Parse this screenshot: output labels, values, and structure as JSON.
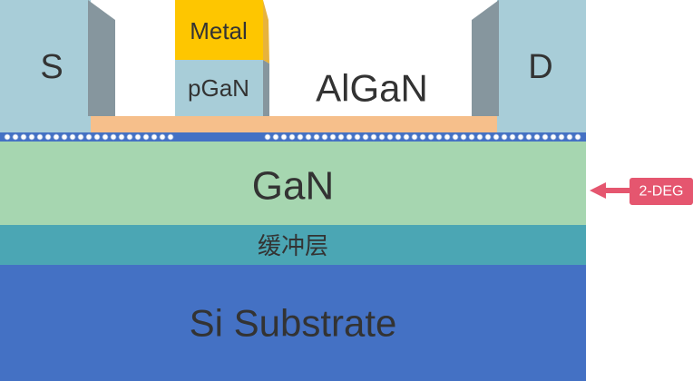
{
  "layers": {
    "source": {
      "label": "S",
      "color": "#a8cdd8",
      "side_color": "#86969e"
    },
    "drain": {
      "label": "D",
      "color": "#a8cdd8",
      "side_color": "#86969e"
    },
    "metal": {
      "label": "Metal",
      "color": "#fec600"
    },
    "pgan": {
      "label": "pGaN",
      "color": "#a8cdd8"
    },
    "algan": {
      "label": "AlGaN",
      "color": "#ffffff"
    },
    "interface_strip": {
      "color": "#f6bf8b"
    },
    "gan": {
      "label": "GaN",
      "color": "#a6d6b0"
    },
    "buffer": {
      "label": "缓冲层",
      "color": "#4ba6b4"
    },
    "substrate": {
      "label": "Si Substrate",
      "color": "#4471c4"
    }
  },
  "channel": {
    "color": "#4471c4",
    "dot_color": "#ffffff"
  },
  "callout": {
    "label": "2-DEG",
    "color": "#e5566f"
  }
}
